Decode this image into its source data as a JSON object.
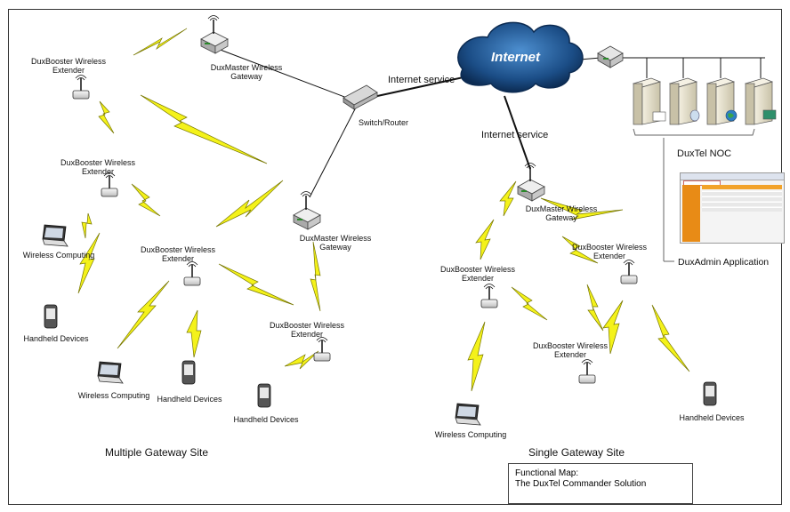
{
  "labels": {
    "extender": "DuxBooster Wireless\nExtender",
    "gateway": "DuxMaster Wireless\nGateway",
    "switch_router": "Switch/Router",
    "wireless_computing": "Wireless Computing",
    "handheld_devices": "Handheld Devices",
    "internet_service": "Internet service",
    "internet": "Internet",
    "noc": "DuxTel NOC",
    "admin_app": "DuxAdmin Application"
  },
  "sites": {
    "multiple": "Multiple Gateway Site",
    "single": "Single Gateway Site"
  },
  "functional_map": {
    "line1": "Functional Map:",
    "line2": "The DuxTel Commander Solution"
  },
  "colors": {
    "bolt": "#f4f21a",
    "bolt_outline": "#777700",
    "cloud_dark": "#0c2b52",
    "cloud_light": "#4d8fd0",
    "server": "#e7e2cf",
    "admin_orange": "#e88b16"
  }
}
